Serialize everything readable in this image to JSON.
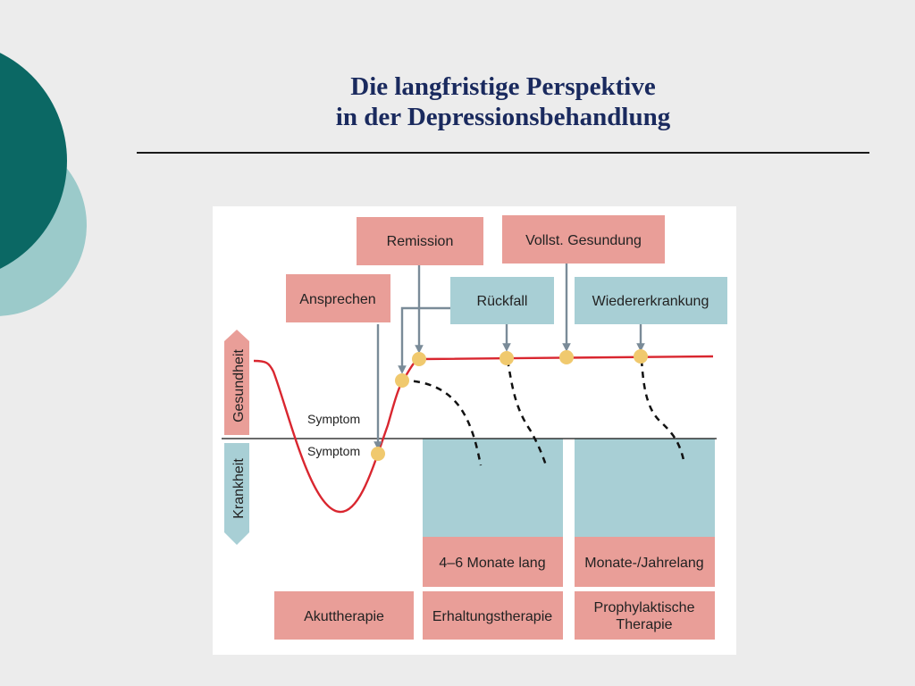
{
  "slide": {
    "title_line1": "Die langfristige Perspektive",
    "title_line2": "in der Depressionsbehandlung"
  },
  "diagram": {
    "top_boxes": {
      "remission": "Remission",
      "vollst_gesundung": "Vollst. Gesundung",
      "ansprechen": "Ansprechen",
      "rueckfall": "Rückfall",
      "wiedererkrankung": "Wiedererkrankung"
    },
    "axis": {
      "gesundheit": "Gesundheit",
      "krankheit": "Krankheit"
    },
    "symptom_upper": "Symptom",
    "symptom_lower": "Symptom",
    "durations": {
      "erhaltung": "4–6 Monate lang",
      "prophylaxe": "Monate-/Jahrelang"
    },
    "phases": {
      "akut": "Akuttherapie",
      "erhaltung": "Erhaltungstherapie",
      "prophylaxe_line1": "Prophylaktische",
      "prophylaxe_line2": "Therapie"
    }
  },
  "colors": {
    "pink_box": "#e99e98",
    "blue_box": "#a8cfd5",
    "red_curve": "#d9262f",
    "marker": "#f0c96e",
    "arrow": "#7a8b98",
    "teal_dark": "#0b6864",
    "teal_light": "#9bcaca",
    "title": "#1a2a5e"
  }
}
